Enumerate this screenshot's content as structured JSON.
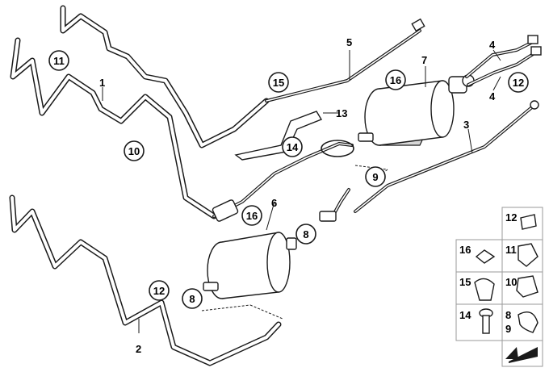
{
  "diagram": {
    "callouts_circled": {
      "c11": "11",
      "c15": "15",
      "c16_top": "16",
      "c10": "10",
      "c14": "14",
      "c9": "9",
      "c12_right": "12",
      "c16_bottom": "16",
      "c8_mid": "8",
      "c12_left": "12",
      "c8_left": "8"
    },
    "callouts_plain": {
      "p1": "1",
      "p2": "2",
      "p3": "3",
      "p4a": "4",
      "p4b": "4",
      "p5": "5",
      "p6": "6",
      "p7": "7",
      "p13": "13"
    },
    "legend": {
      "l12": "12",
      "l16": "16",
      "l11": "11",
      "l15": "15",
      "l10": "10",
      "l14": "14",
      "l8": "8",
      "l9": "9"
    }
  }
}
